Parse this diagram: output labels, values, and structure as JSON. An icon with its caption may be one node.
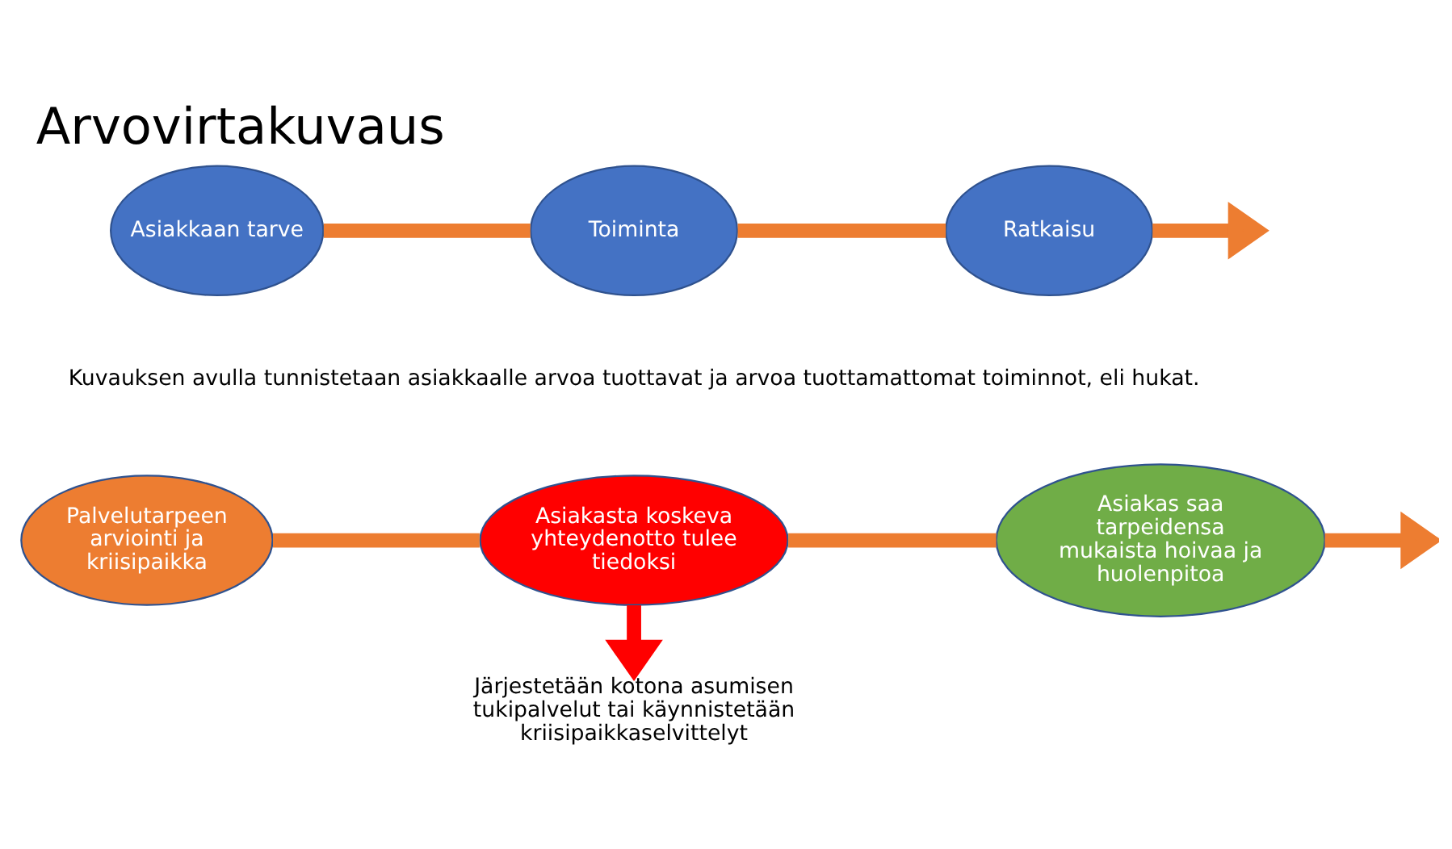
{
  "diagram": {
    "title": "Arvovirtakuvaus",
    "nodes": [
      {
        "text": [
          "Asiakkaan tarve"
        ]
      },
      {
        "text": [
          "Toiminta"
        ]
      },
      {
        "text": [
          "Ratkaisu"
        ]
      },
      {
        "text": [
          "Palvelutarpeen arviointi ja kriisipaikka"
        ]
      },
      {
        "text": [
          "Asiakasta koskeva yhteydenotto tulee tiedoksi"
        ]
      },
      {
        "text": [
          "Asiakas saa tarpeidensa mukaista hoivaa ja huolenpitoa"
        ]
      },
      {
        "text": [
          "Järjestetään kotona asumisen tukipalvelut tai käynnistetään kriisipaikkaselvittelyt"
        ]
      }
    ],
    "edges": [
      {
        "from": 0,
        "to": 1,
        "arrow": "none"
      },
      {
        "from": 1,
        "to": 2,
        "arrow": "none"
      },
      {
        "from": 2,
        "to": null,
        "arrow": "to"
      },
      {
        "from": 3,
        "to": 4,
        "arrow": "none"
      },
      {
        "from": 4,
        "to": 5,
        "arrow": "none"
      },
      {
        "from": 5,
        "to": null,
        "arrow": "to"
      },
      {
        "from": 4,
        "to": 6,
        "arrow": "to",
        "color": "#ff0000"
      }
    ],
    "labels": [
      "Kuvauksen avulla tunnistetaan asiakkaalle arvoa tuottavat ja arvoa tuottamattomat toiminnot, eli hukat."
    ]
  }
}
